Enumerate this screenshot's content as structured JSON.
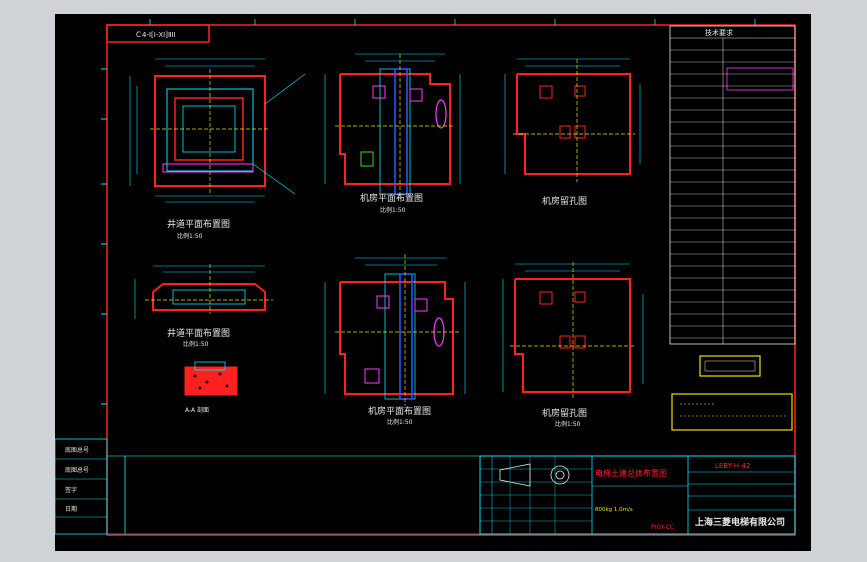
{
  "drawing": {
    "title_block_top_left": "Ｃ4-Ⅰ[Ⅰ-ⅩⅠ]ⅡⅠⅠ",
    "tech_table_title": "技术要求",
    "views": [
      {
        "id": "hoistway-plan",
        "title": "井道平面布置图",
        "scale": "比例1:50"
      },
      {
        "id": "machine-room-plan-1",
        "title": "机房平面布置图",
        "scale": "比例1:50"
      },
      {
        "id": "machine-room-holes-1",
        "title": "机房留孔图",
        "scale": ""
      },
      {
        "id": "hoistway-plan-2",
        "title": "井道平面布置图",
        "scale": "比例1:50"
      },
      {
        "id": "machine-room-plan-2",
        "title": "机房平面布置图",
        "scale": "比例1:50"
      },
      {
        "id": "machine-room-holes-2",
        "title": "机房留孔图",
        "scale": "比例1:50"
      }
    ],
    "section_label": "A-A 剖面",
    "title_block": {
      "drawing_name": "电梯土建总体布置图",
      "drawing_number": "LEBY-H-42",
      "company": "上海三菱电梯有限公司",
      "load_speed": "800kg 1.0m/s",
      "sheet_code": "PIGY-CC"
    },
    "left_block_labels": [
      "底图总号",
      "底图总号",
      "签字",
      "日期"
    ]
  },
  "colors": {
    "frame": "#ff2020",
    "paper": "#000000",
    "cyan": "#00e5ff",
    "yellow": "#f0e000",
    "magenta": "#ff3cff",
    "green": "#33dd33",
    "white": "#e8e8e8"
  }
}
